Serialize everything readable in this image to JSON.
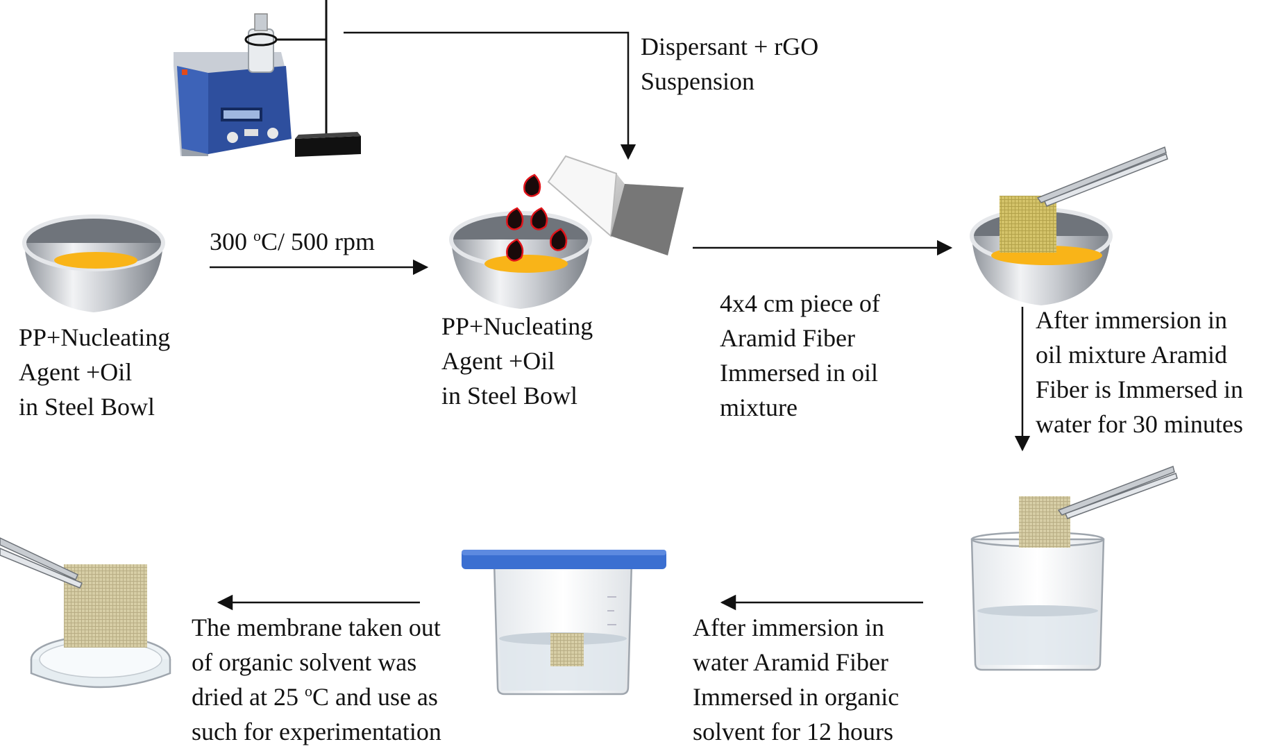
{
  "labels": {
    "dispersant": [
      "Dispersant + rGO",
      "Suspension"
    ],
    "condition_prefix": "300 ",
    "condition_sup": "o",
    "condition_suffix": "C/ 500 rpm",
    "bowl1": [
      "PP+Nucleating",
      "Agent +Oil",
      "in Steel Bowl"
    ],
    "bowl2": [
      "PP+Nucleating",
      "Agent +Oil",
      "in Steel Bowl"
    ],
    "fiber_piece": [
      "4x4 cm piece of",
      "Aramid Fiber",
      "Immersed in oil",
      "mixture"
    ],
    "after_oil": [
      "After immersion in",
      "oil mixture Aramid",
      "Fiber is Immersed in",
      "water for 30 minutes"
    ],
    "after_water": [
      "After immersion in",
      "water Aramid Fiber",
      "Immersed in organic",
      "solvent for 12 hours"
    ],
    "membrane_line1": "The membrane taken out",
    "membrane_line2": "of organic solvent was",
    "membrane_line3_prefix": "dried at 25 ",
    "membrane_line3_sup": "o",
    "membrane_line3_suffix": "C and use as",
    "membrane_line4": "such for experimentation"
  },
  "colors": {
    "oil": "#F9B418",
    "steel": "#B8BCC2",
    "sonicator_blue": "#2E4F9E",
    "lid_blue": "#3B6FD1",
    "fiber": "#D9D0A8",
    "drop": "#1A0A0A",
    "drop_outline": "#E0141A"
  },
  "icons": [
    "ultrasonic-bath-icon",
    "steel-bowl-icon",
    "pouring-flask-icon",
    "tweezers-icon",
    "beaker-icon",
    "petri-dish-icon"
  ]
}
